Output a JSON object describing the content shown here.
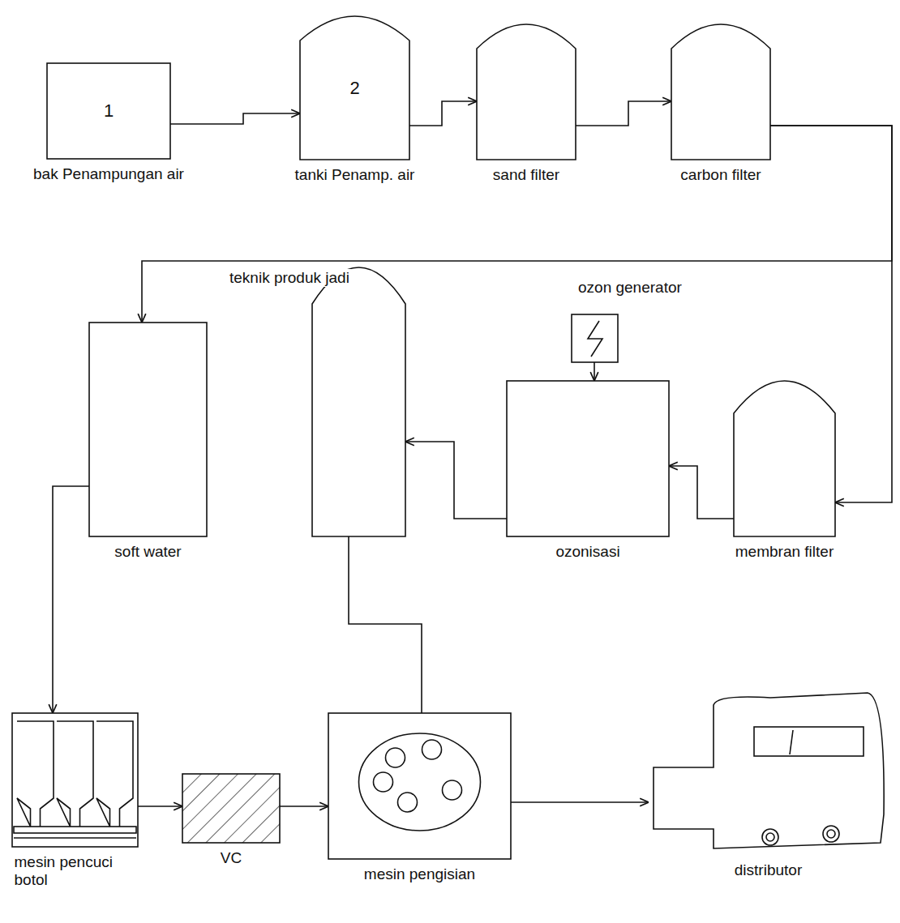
{
  "diagram": {
    "nodes": [
      {
        "text": [
          "1",
          "bak Penampungan air"
        ]
      },
      {
        "text": [
          "2",
          "tanki Penamp. air"
        ]
      },
      {
        "text": [
          "sand filter"
        ]
      },
      {
        "text": [
          "carbon filter"
        ]
      },
      {
        "text": [
          "soft water"
        ]
      },
      {
        "text": []
      },
      {
        "text": [
          "ozon generator"
        ]
      },
      {
        "text": [
          "ozonisasi"
        ]
      },
      {
        "text": [
          "membran filter"
        ]
      },
      {
        "text": [
          "mesin pencuci botol"
        ]
      },
      {
        "text": [
          "VC"
        ]
      },
      {
        "text": [
          "mesin pengisian"
        ]
      },
      {
        "text": [
          "distributor"
        ]
      }
    ],
    "edges": [
      {
        "from": 0,
        "to": 1,
        "arrow": "to"
      },
      {
        "from": 1,
        "to": 2,
        "arrow": "to"
      },
      {
        "from": 2,
        "to": 3,
        "arrow": "to"
      },
      {
        "from": 3,
        "to": 8,
        "arrow": "to"
      },
      {
        "from": 3,
        "to": 4,
        "label": "teknik produk jadi",
        "arrow": "to"
      },
      {
        "from": 6,
        "to": 7,
        "arrow": "to"
      },
      {
        "from": 8,
        "to": 7,
        "arrow": "to"
      },
      {
        "from": 7,
        "to": 5,
        "arrow": "to"
      },
      {
        "from": 5,
        "to": 11,
        "arrow": "none"
      },
      {
        "from": 4,
        "to": 9,
        "arrow": "to"
      },
      {
        "from": 9,
        "to": 10,
        "arrow": "to"
      },
      {
        "from": 10,
        "to": 11,
        "arrow": "to"
      },
      {
        "from": 11,
        "to": 12,
        "arrow": "to"
      }
    ]
  }
}
